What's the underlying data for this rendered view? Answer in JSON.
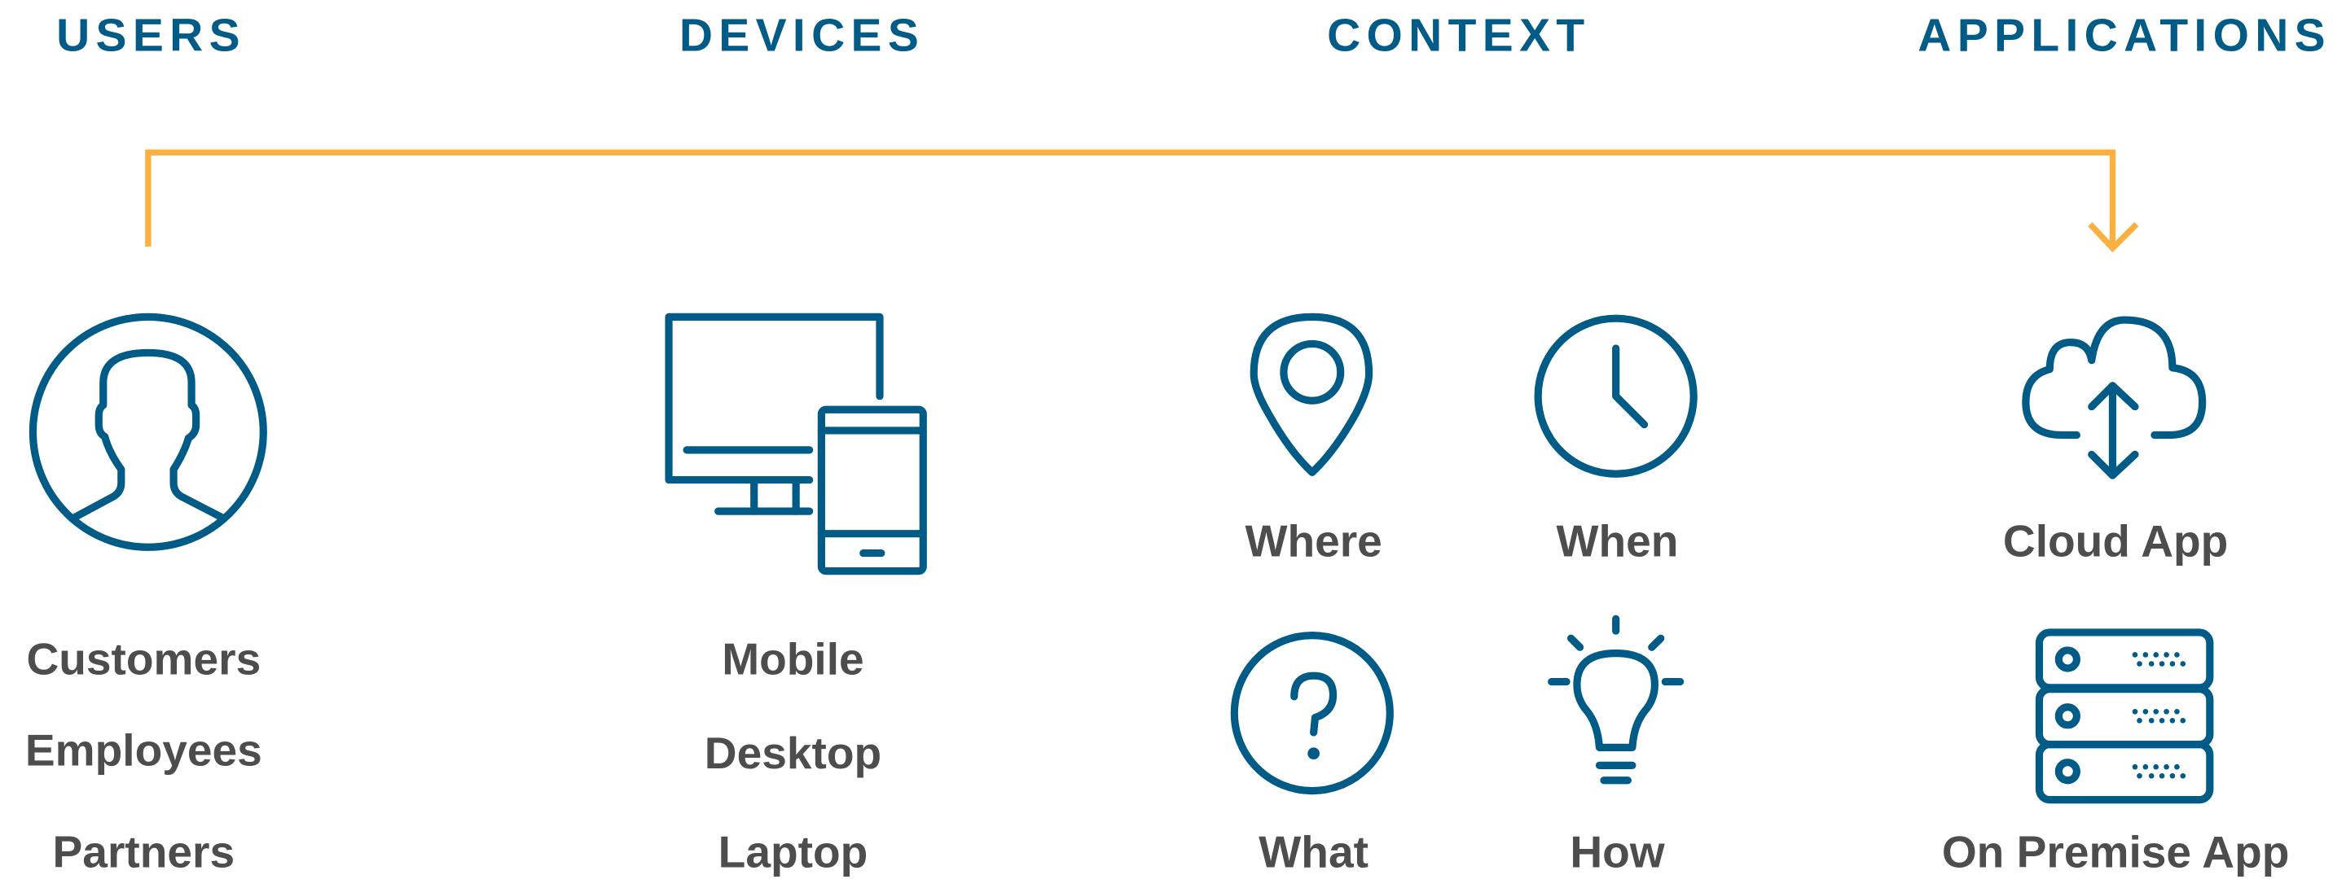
{
  "colors": {
    "primary": "#005b87",
    "accent": "#fbb040",
    "text": "#4d4d4d"
  },
  "headers": {
    "users": "USERS",
    "devices": "DEVICES",
    "context": "CONTEXT",
    "applications": "APPLICATIONS"
  },
  "users": {
    "icon": "user-circle-icon",
    "items": [
      "Customers",
      "Employees",
      "Partners"
    ]
  },
  "devices": {
    "icon": "devices-icon",
    "items": [
      "Mobile",
      "Desktop",
      "Laptop"
    ]
  },
  "context": {
    "where": {
      "label": "Where",
      "icon": "location-pin-icon"
    },
    "when": {
      "label": "When",
      "icon": "clock-icon"
    },
    "what": {
      "label": "What",
      "icon": "question-icon"
    },
    "how": {
      "label": "How",
      "icon": "lightbulb-icon"
    }
  },
  "applications": {
    "cloud": {
      "label": "Cloud App",
      "icon": "cloud-upload-download-icon"
    },
    "onprem": {
      "label": "On Premise App",
      "icon": "server-rack-icon"
    }
  }
}
